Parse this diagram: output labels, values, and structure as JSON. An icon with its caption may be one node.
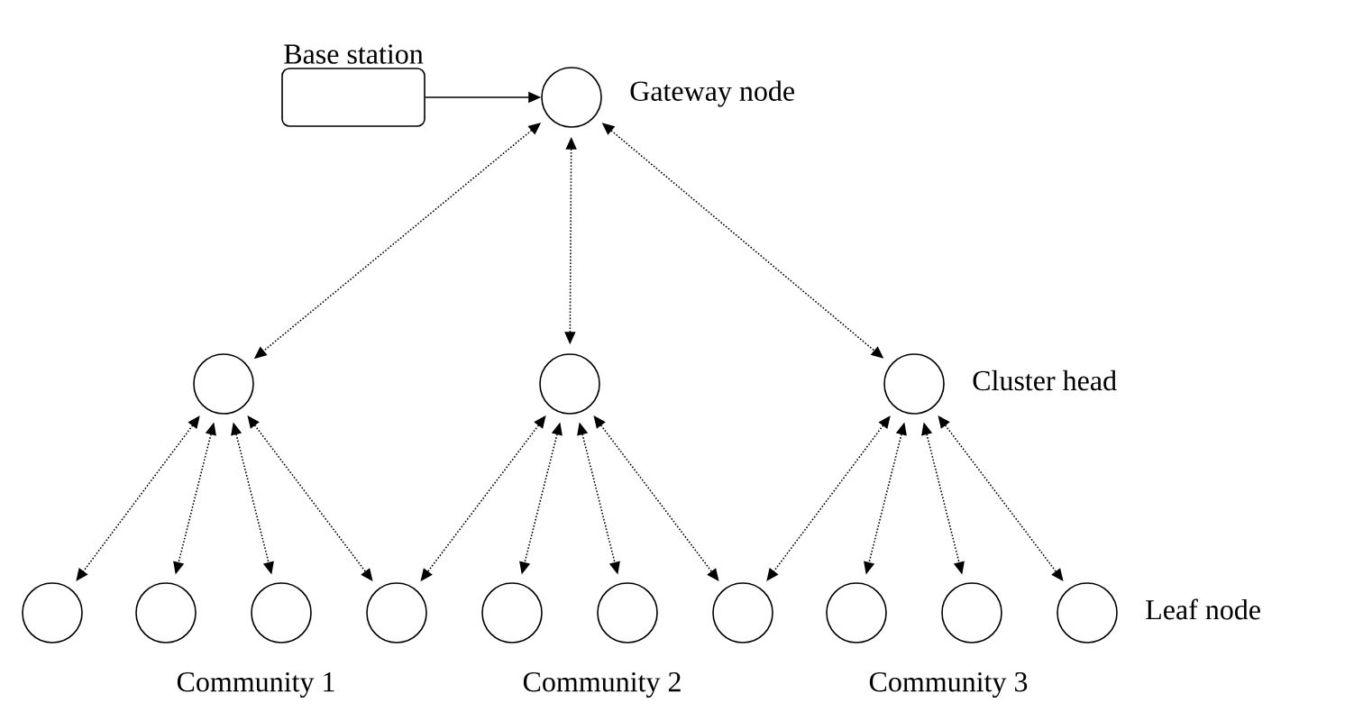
{
  "diagram": {
    "nodes": [
      {
        "text": [
          "Base station"
        ]
      },
      {
        "text": [],
        "shape": "circle",
        "beside": [
          "Gateway node"
        ]
      },
      {
        "text": [],
        "shape": "circle"
      },
      {
        "text": [],
        "shape": "circle"
      },
      {
        "text": [],
        "shape": "circle",
        "beside": [
          "Cluster head"
        ]
      },
      {
        "text": [],
        "shape": "circle"
      },
      {
        "text": [],
        "shape": "circle"
      },
      {
        "text": [],
        "shape": "circle"
      },
      {
        "text": [],
        "shape": "circle"
      },
      {
        "text": [],
        "shape": "circle"
      },
      {
        "text": [],
        "shape": "circle"
      },
      {
        "text": [],
        "shape": "circle"
      },
      {
        "text": [],
        "shape": "circle"
      },
      {
        "text": [],
        "shape": "circle"
      },
      {
        "text": [],
        "shape": "circle",
        "beside": [
          "Leaf node"
        ]
      }
    ],
    "edges": [
      {
        "from": 0,
        "to": 1,
        "arrow": "to"
      },
      {
        "from": 1,
        "to": 2,
        "arrow": "both",
        "style": "dashed"
      },
      {
        "from": 1,
        "to": 3,
        "arrow": "both",
        "style": "dashed"
      },
      {
        "from": 1,
        "to": 4,
        "arrow": "both",
        "style": "dashed"
      },
      {
        "from": 2,
        "to": 5,
        "arrow": "both",
        "style": "dashed"
      },
      {
        "from": 2,
        "to": 6,
        "arrow": "both",
        "style": "dashed"
      },
      {
        "from": 2,
        "to": 7,
        "arrow": "both",
        "style": "dashed"
      },
      {
        "from": 2,
        "to": 8,
        "arrow": "both",
        "style": "dashed"
      },
      {
        "from": 3,
        "to": 8,
        "arrow": "both",
        "style": "dashed"
      },
      {
        "from": 3,
        "to": 9,
        "arrow": "both",
        "style": "dashed"
      },
      {
        "from": 3,
        "to": 10,
        "arrow": "both",
        "style": "dashed"
      },
      {
        "from": 3,
        "to": 11,
        "arrow": "both",
        "style": "dashed"
      },
      {
        "from": 4,
        "to": 11,
        "arrow": "both",
        "style": "dashed"
      },
      {
        "from": 4,
        "to": 12,
        "arrow": "both",
        "style": "dashed"
      },
      {
        "from": 4,
        "to": 13,
        "arrow": "both",
        "style": "dashed"
      },
      {
        "from": 4,
        "to": 14,
        "arrow": "both",
        "style": "dashed"
      }
    ],
    "labels": [
      "Community 1",
      "Community 2",
      "Community 3"
    ]
  }
}
